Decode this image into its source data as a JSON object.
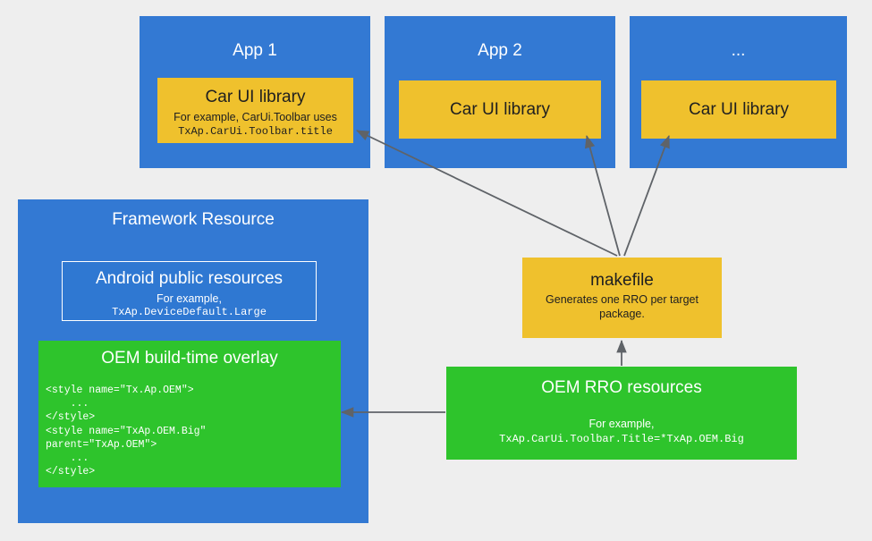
{
  "diagram": {
    "background_color": "#eeeeee",
    "palette": {
      "blue": "#3379d3",
      "yellow": "#efc12d",
      "green": "#2ec42c",
      "arrow": "#5f6368",
      "outline": "#ffffff"
    },
    "apps": [
      {
        "title": "App 1",
        "library_title": "Car UI library",
        "library_sub": "For example, CarUi.Toolbar uses",
        "library_code": "TxAp.CarUi.Toolbar.title"
      },
      {
        "title": "App 2",
        "library_title": "Car UI library",
        "library_sub": "",
        "library_code": ""
      },
      {
        "title": "...",
        "library_title": "Car UI library",
        "library_sub": "",
        "library_code": ""
      }
    ],
    "framework": {
      "title": "Framework Resource",
      "android_public": {
        "title": "Android public resources",
        "sub": "For example,",
        "code": "TxAp.DeviceDefault.Large"
      },
      "oem_overlay": {
        "title": "OEM build-time overlay",
        "code": "<style name=\"Tx.Ap.OEM\">\n    ...\n</style>\n<style name=\"TxAp.OEM.Big\"\nparent=\"TxAp.OEM\">\n    ...\n</style>"
      }
    },
    "makefile": {
      "title": "makefile",
      "sub": "Generates one RRO per target package."
    },
    "rro": {
      "title": "OEM RRO resources",
      "sub": "For example,",
      "code": "TxAp.CarUi.Toolbar.Title=*TxAp.OEM.Big"
    }
  }
}
